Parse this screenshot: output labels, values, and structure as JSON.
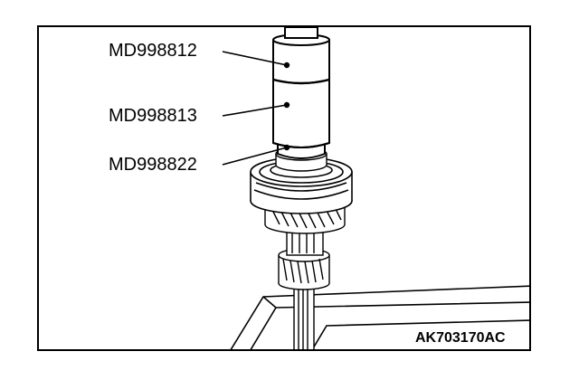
{
  "labels": {
    "tool_1": "MD998812",
    "tool_2": "MD998813",
    "tool_3": "MD998822"
  },
  "figure_code": "AK703170AC",
  "colors": {
    "line": "#000000",
    "background": "#ffffff"
  }
}
